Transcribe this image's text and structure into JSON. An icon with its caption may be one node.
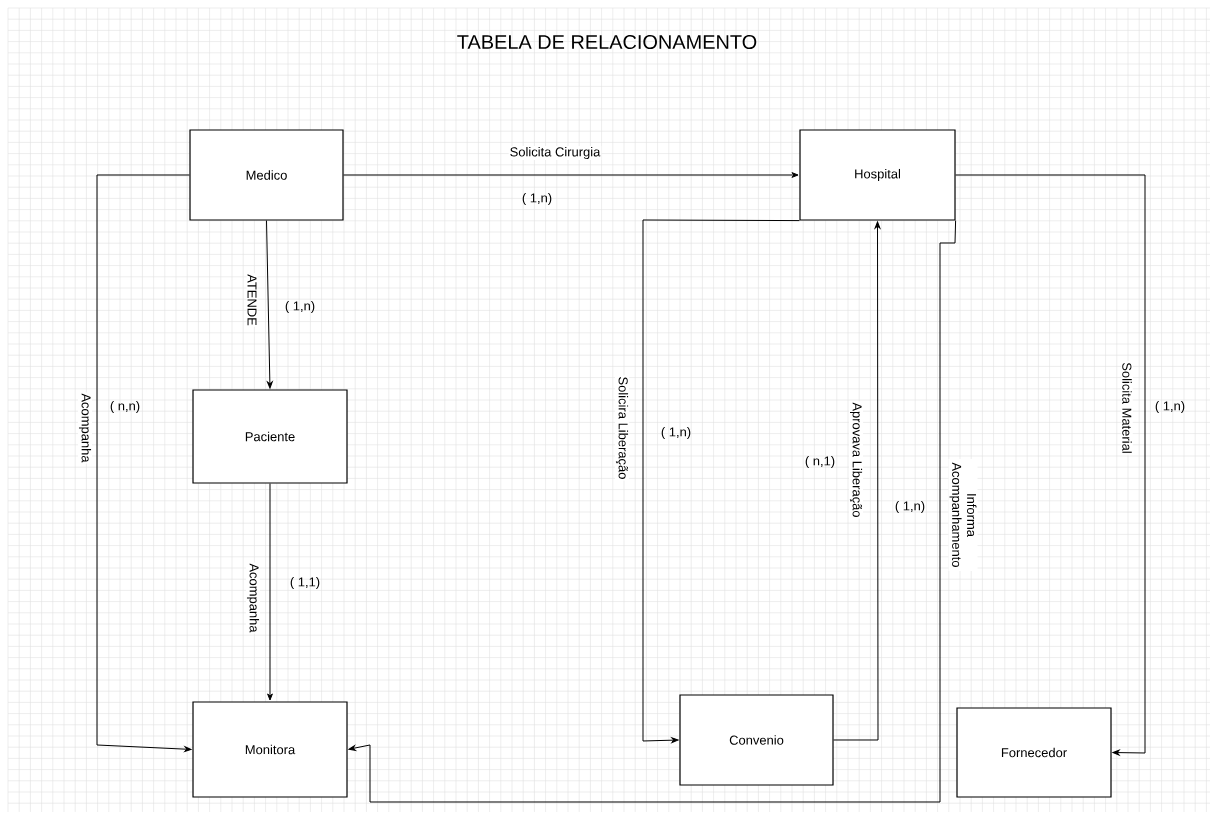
{
  "diagram": {
    "title": "TABELA DE RELACIONAMENTO",
    "nodes": [
      {
        "text": [
          "Medico"
        ]
      },
      {
        "text": [
          "Hospital"
        ]
      },
      {
        "text": [
          "Paciente"
        ]
      },
      {
        "text": [
          "Monitora"
        ]
      },
      {
        "text": [
          "Convenio"
        ]
      },
      {
        "text": [
          "Fornecedor"
        ]
      }
    ],
    "edges": [
      {
        "from": 0,
        "to": 1,
        "arrow": "to",
        "label": "Solicita Cirurgia"
      },
      {
        "from": 0,
        "to": 2,
        "arrow": "to",
        "label": "ATENDE"
      },
      {
        "from": 0,
        "to": 3,
        "arrow": "to",
        "label": "Acompanha"
      },
      {
        "from": 2,
        "to": 3,
        "arrow": "to",
        "label": "Acompanha"
      },
      {
        "from": 1,
        "to": 4,
        "arrow": "to",
        "label": "Solicira Liberação"
      },
      {
        "from": 4,
        "to": 1,
        "arrow": "to",
        "label": "Aprovava Liberação"
      },
      {
        "from": 1,
        "to": 3,
        "arrow": "to",
        "label": "Informa Acompanhamento"
      },
      {
        "from": 1,
        "to": 5,
        "arrow": "to",
        "label": "Solicita Material"
      }
    ],
    "labels": [
      "( 1,n)",
      "( 1,n)",
      "( n,n)",
      "( 1,1)",
      "( 1,n)",
      "( n,1)",
      "( 1,n)",
      "( 1,n)"
    ]
  }
}
